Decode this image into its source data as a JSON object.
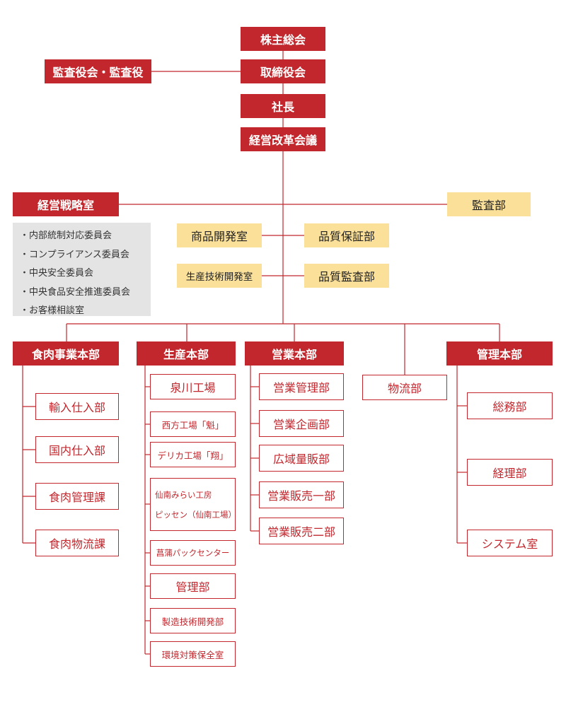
{
  "colors": {
    "red": "#c1272d",
    "yellow": "#fbe09a",
    "gray": "#e4e4e4"
  },
  "top": {
    "shareholders": "株主総会",
    "board": "取締役会",
    "auditors": "監査役会・監査役",
    "president": "社長",
    "reform_council": "経営改革会議"
  },
  "strategy": {
    "title": "経営戦略室",
    "committees": [
      "内部統制対応委員会",
      "コンプライアンス委員会",
      "中央安全委員会",
      "中央食品安全推進委員会",
      "お客様相談室"
    ]
  },
  "audit_dept": "監査部",
  "center": {
    "product_dev": "商品開発室",
    "qa": "品質保証部",
    "prod_tech": "生産技術開発室",
    "quality_audit": "品質監査部"
  },
  "divisions": {
    "meat": {
      "title": "食肉事業本部",
      "items": [
        "輸入仕入部",
        "国内仕入部",
        "食肉管理課",
        "食肉物流課"
      ]
    },
    "production": {
      "title": "生産本部",
      "items": [
        "泉川工場",
        "西方工場「魁」",
        "デリカ工場「翔」",
        "仙南みらい工房",
        "ピッセン（仙南工場）",
        "菖蒲パックセンター",
        "管理部",
        "製造技術開発部",
        "環境対策保全室"
      ]
    },
    "sales": {
      "title": "営業本部",
      "items": [
        "営業管理部",
        "営業企画部",
        "広域量販部",
        "営業販売一部",
        "営業販売二部"
      ]
    },
    "logistics": "物流部",
    "admin": {
      "title": "管理本部",
      "items": [
        "総務部",
        "経理部",
        "システム室"
      ]
    }
  }
}
